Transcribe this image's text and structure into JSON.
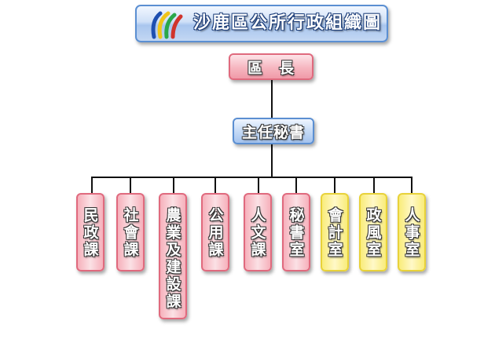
{
  "title": "沙鹿區公所行政組織圖",
  "head": "區　長",
  "secretary": "主任秘書",
  "departments": [
    {
      "label": "民政課",
      "color": "pink"
    },
    {
      "label": "社會課",
      "color": "pink"
    },
    {
      "label": "農業及建設課",
      "color": "pink"
    },
    {
      "label": "公用課",
      "color": "pink"
    },
    {
      "label": "人文課",
      "color": "pink"
    },
    {
      "label": "秘書室",
      "color": "pink"
    },
    {
      "label": "會計室",
      "color": "yellow"
    },
    {
      "label": "政風室",
      "color": "yellow"
    },
    {
      "label": "人事室",
      "color": "yellow"
    }
  ],
  "colors": {
    "pink": "#f6b0bb",
    "blue": "#a9c6ee",
    "yellow": "#f9ec7a",
    "line": "#111111"
  }
}
